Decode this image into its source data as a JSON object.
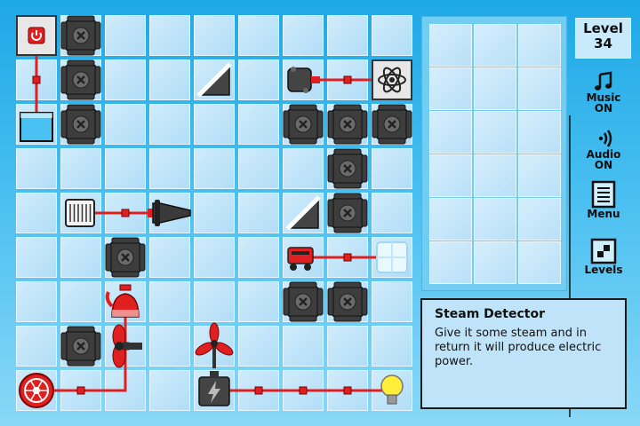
{
  "level": {
    "label": "Level",
    "number": "34"
  },
  "sidebar": {
    "music": {
      "label": "Music",
      "state": "ON",
      "icon": "music-note-icon"
    },
    "audio": {
      "label": "Audio",
      "state": "ON",
      "icon": "speaker-icon"
    },
    "menu": {
      "label": "Menu",
      "icon": "menu-list-icon"
    },
    "levels": {
      "label": "Levels",
      "icon": "levels-grid-icon"
    }
  },
  "info": {
    "title": "Steam Detector",
    "description": "Give it some steam and in return it will produce electric power."
  },
  "board": {
    "columns": 9,
    "rows": 9,
    "blockers": [
      [
        1,
        0
      ],
      [
        1,
        1
      ],
      [
        1,
        2
      ],
      [
        6,
        2
      ],
      [
        7,
        2
      ],
      [
        8,
        2
      ],
      [
        7,
        3
      ],
      [
        7,
        4
      ],
      [
        2,
        5
      ],
      [
        6,
        6
      ],
      [
        7,
        6
      ],
      [
        1,
        7
      ]
    ],
    "pieces": [
      {
        "type": "power-switch",
        "icon": "power-switch-icon",
        "col": 0,
        "row": 0
      },
      {
        "type": "water-bucket",
        "icon": "water-bucket-icon",
        "col": 0,
        "row": 2
      },
      {
        "type": "mirror",
        "icon": "mirror-icon",
        "col": 4,
        "row": 1
      },
      {
        "type": "magnet-motor",
        "icon": "magnet-motor-icon",
        "col": 6,
        "row": 1
      },
      {
        "type": "atom-generator",
        "icon": "atom-icon",
        "col": 8,
        "row": 1
      },
      {
        "type": "radiator-heater",
        "icon": "radiator-icon",
        "col": 1,
        "row": 4
      },
      {
        "type": "air-blower",
        "icon": "blower-nozzle-icon",
        "col": 3,
        "row": 4
      },
      {
        "type": "mirror",
        "icon": "mirror-icon",
        "col": 6,
        "row": 4
      },
      {
        "type": "robot-cart",
        "icon": "robot-cart-icon",
        "col": 6,
        "row": 5
      },
      {
        "type": "ice-block",
        "icon": "ice-block-icon",
        "col": 8,
        "row": 5
      },
      {
        "type": "kettle",
        "icon": "kettle-icon",
        "col": 2,
        "row": 6
      },
      {
        "type": "propeller",
        "icon": "propeller-icon",
        "col": 2,
        "row": 7
      },
      {
        "type": "wind-turbine",
        "icon": "wind-turbine-icon",
        "col": 4,
        "row": 7
      },
      {
        "type": "fan-wheel",
        "icon": "fan-wheel-icon",
        "col": 0,
        "row": 8
      },
      {
        "type": "steam-detector",
        "icon": "steam-detector-icon",
        "col": 4,
        "row": 8
      },
      {
        "type": "light-bulb",
        "icon": "light-bulb-icon",
        "col": 8,
        "row": 8
      }
    ],
    "wire_color": "#e02020",
    "blocker_color": "#3d3d3d"
  },
  "inventory": {
    "columns": 3,
    "rows": 6
  },
  "colors": {
    "accent": "#e02020",
    "water": "#49c2f2",
    "bulb": "#ffef3a"
  }
}
